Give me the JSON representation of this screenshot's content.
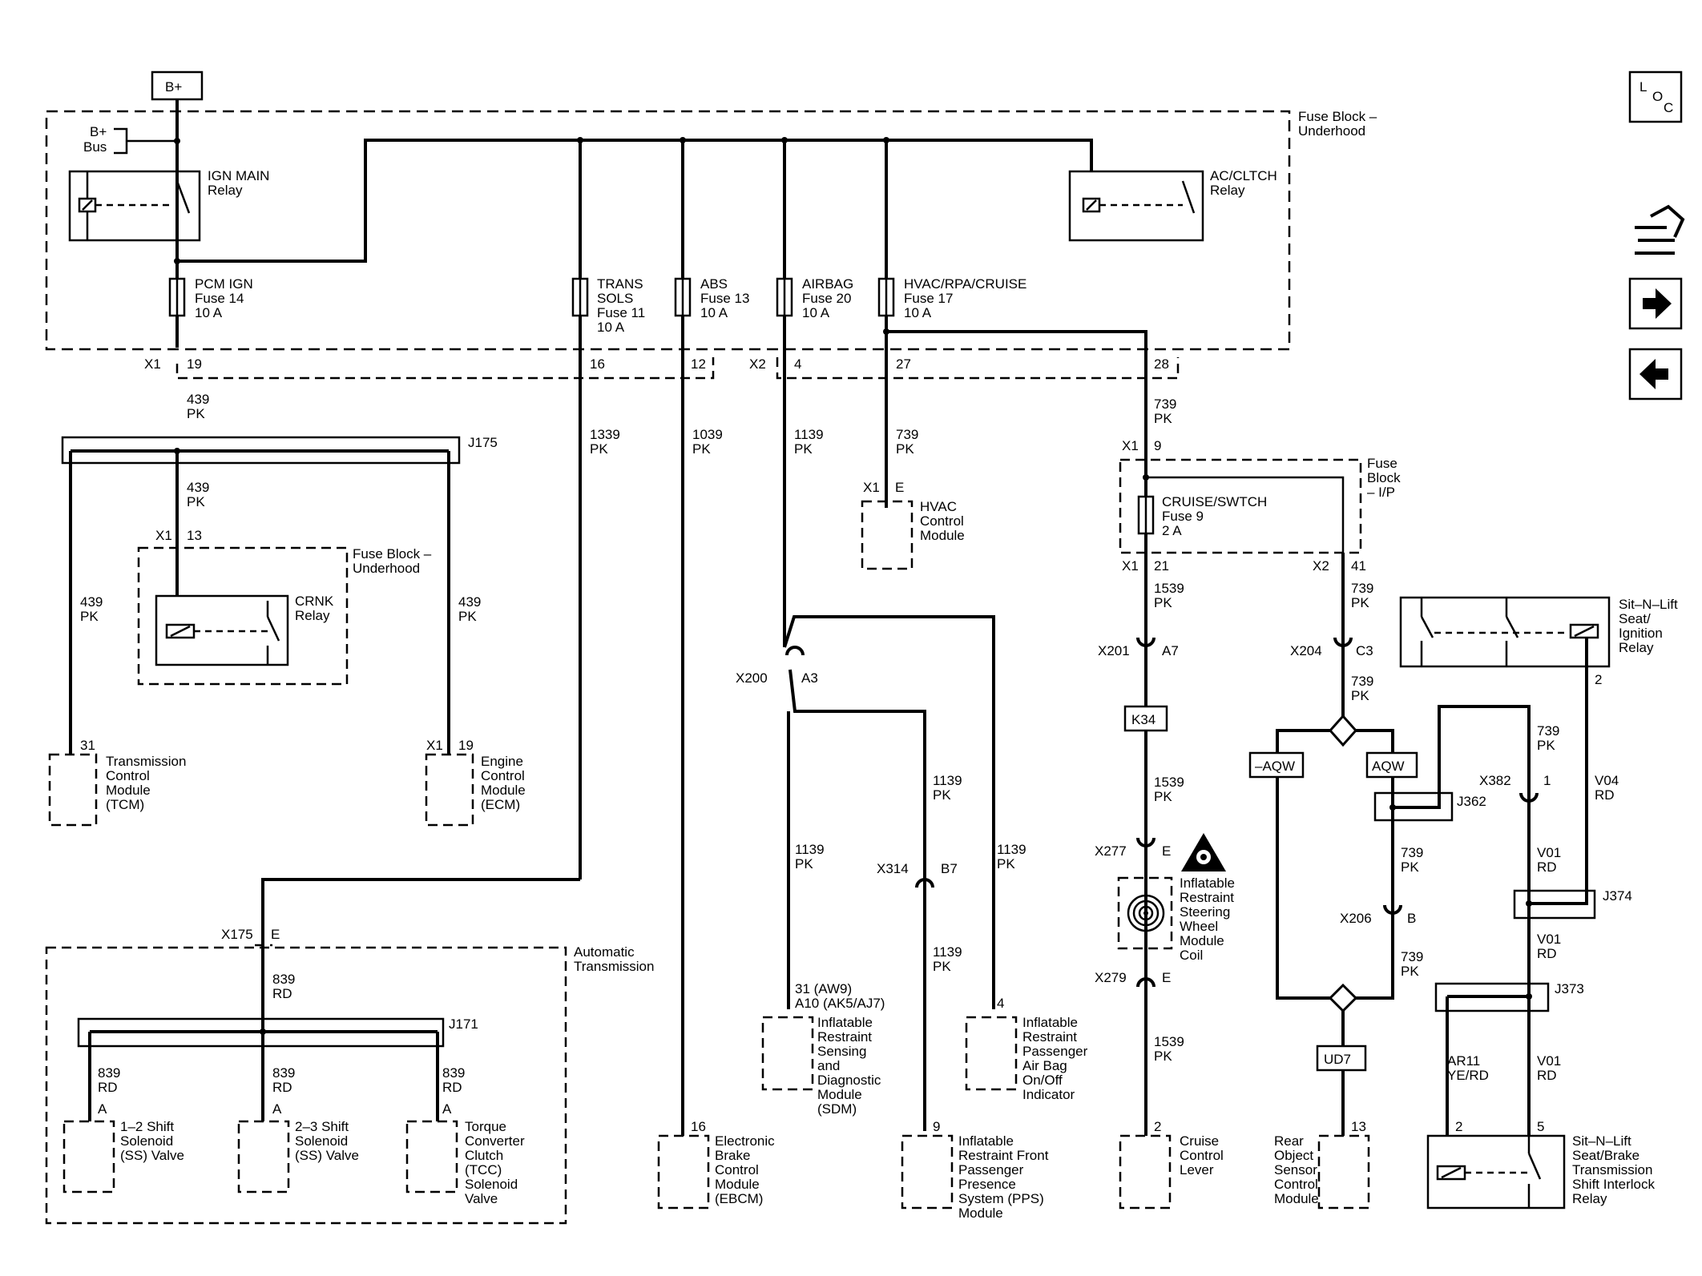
{
  "b_plus": "B+",
  "b_plus_bus": [
    "B+",
    "Bus"
  ],
  "loc_icon": [
    "L",
    "O",
    "C"
  ],
  "fuse_block_underhood": [
    "Fuse Block –",
    "Underhood"
  ],
  "ign_main_relay": [
    "IGN MAIN",
    "Relay"
  ],
  "ac_cltch_relay": [
    "AC/CLTCH",
    "Relay"
  ],
  "fuses_top": [
    {
      "lines": [
        "PCM IGN",
        "Fuse 14",
        "10 A"
      ]
    },
    {
      "lines": [
        "TRANS",
        "SOLS",
        "Fuse 11",
        "10 A"
      ]
    },
    {
      "lines": [
        "ABS",
        "Fuse 13",
        "10 A"
      ]
    },
    {
      "lines": [
        "AIRBAG",
        "Fuse 20",
        "10 A"
      ]
    },
    {
      "lines": [
        "HVAC/RPA/CRUISE",
        "Fuse 17",
        "10 A"
      ]
    }
  ],
  "connectors_top": {
    "x1": "X1",
    "x2": "X2",
    "pins": [
      "19",
      "16",
      "12",
      "4",
      "27",
      "28"
    ]
  },
  "wires": {
    "w439a": [
      "439",
      "PK"
    ],
    "w439b": [
      "439",
      "PK"
    ],
    "w439c": [
      "439",
      "PK"
    ],
    "w439d": [
      "439",
      "PK"
    ],
    "w1339": [
      "1339",
      "PK"
    ],
    "w1039": [
      "1039",
      "PK"
    ],
    "w1139a": [
      "1139",
      "PK"
    ],
    "w739a": [
      "739",
      "PK"
    ],
    "w739b": [
      "739",
      "PK"
    ],
    "w1539a": [
      "1539",
      "PK"
    ],
    "w739c": [
      "739",
      "PK"
    ],
    "w739d": [
      "739",
      "PK"
    ],
    "w1139b": [
      "1139",
      "PK"
    ],
    "w1139c": [
      "1139",
      "PK"
    ],
    "w1139d": [
      "1139",
      "PK"
    ],
    "w1139e": [
      "1139",
      "PK"
    ],
    "w1539b": [
      "1539",
      "PK"
    ],
    "w1539c": [
      "1539",
      "PK"
    ],
    "w739e": [
      "739",
      "PK"
    ],
    "w739f": [
      "739",
      "PK"
    ],
    "w739g": [
      "739",
      "PK"
    ],
    "wv04": [
      "V04",
      "RD"
    ],
    "wv01a": [
      "V01",
      "RD"
    ],
    "wv01b": [
      "V01",
      "RD"
    ],
    "wv01c": [
      "V01",
      "RD"
    ],
    "war11": [
      "AR11",
      "YE/RD"
    ],
    "w839a": [
      "839",
      "RD"
    ],
    "w839b": [
      "839",
      "RD"
    ],
    "w839c": [
      "839",
      "RD"
    ],
    "w839d": [
      "839",
      "RD"
    ]
  },
  "splices": {
    "j175": "J175",
    "j171": "J171",
    "j362": "J362",
    "j374": "J374",
    "j373": "J373"
  },
  "crnk": {
    "x1": "X1",
    "pin": "13",
    "block": [
      "Fuse Block –",
      "Underhood"
    ],
    "relay": [
      "CRNK",
      "Relay"
    ]
  },
  "tcm": {
    "pin": "31",
    "lines": [
      "Transmission",
      "Control",
      "Module",
      "(TCM)"
    ]
  },
  "ecm": {
    "x1": "X1",
    "pin": "19",
    "lines": [
      "Engine",
      "Control",
      "Module",
      "(ECM)"
    ]
  },
  "hvac": {
    "x1": "X1",
    "pin": "E",
    "lines": [
      "HVAC",
      "Control",
      "Module"
    ]
  },
  "fuse_block_ip": {
    "label": [
      "Fuse",
      "Block",
      "– I/P"
    ],
    "fuse": [
      "CRUISE/SWTCH",
      "Fuse 9",
      "2 A"
    ],
    "x1_in": "X1",
    "pin_in": "9",
    "x1_out": "X1",
    "pin_out": "21",
    "x2_out": "X2",
    "pin_out2": "41"
  },
  "inline_connectors": {
    "x200": [
      "X200",
      "A3"
    ],
    "x201": [
      "X201",
      "A7"
    ],
    "x204": [
      "X204",
      "C3"
    ],
    "x314": [
      "X314",
      "B7"
    ],
    "x277": [
      "X277",
      "E"
    ],
    "x279": [
      "X279",
      "E"
    ],
    "x206": [
      "X206",
      "B"
    ],
    "x382": [
      "X382",
      "1"
    ],
    "x175": [
      "X175",
      "E"
    ]
  },
  "options": {
    "k34": "K34",
    "aqw_neg": "–AQW",
    "aqw": "AQW",
    "ud7": "UD7"
  },
  "sit_n_lift_ign": {
    "lines": [
      "Sit–N–Lift",
      "Seat/",
      "Ignition",
      "Relay"
    ],
    "pin": "2"
  },
  "auto_trans": {
    "label": [
      "Automatic",
      "Transmission"
    ],
    "pin_a": [
      "A",
      "A",
      "A"
    ],
    "ss12": [
      "1–2 Shift",
      "Solenoid",
      "(SS) Valve"
    ],
    "ss23": [
      "2–3 Shift",
      "Solenoid",
      "(SS) Valve"
    ],
    "tcc": [
      "Torque",
      "Converter",
      "Clutch",
      "(TCC)",
      "Solenoid",
      "Valve"
    ]
  },
  "ebcm": {
    "pin": "16",
    "lines": [
      "Electronic",
      "Brake",
      "Control",
      "Module",
      "(EBCM)"
    ]
  },
  "sdm": {
    "pins": [
      "31 (AW9)",
      "A10 (AK5/AJ7)"
    ],
    "lines": [
      "Inflatable",
      "Restraint",
      "Sensing",
      "and",
      "Diagnostic",
      "Module",
      "(SDM)"
    ]
  },
  "pps": {
    "pin": "9",
    "lines": [
      "Inflatable",
      "Restraint Front",
      "Passenger",
      "Presence",
      "System (PPS)",
      "Module"
    ]
  },
  "pass_ind": {
    "pin": "4",
    "lines": [
      "Inflatable",
      "Restraint",
      "Passenger",
      "Air Bag",
      "On/Off",
      "Indicator"
    ]
  },
  "coil": {
    "lines": [
      "Inflatable",
      "Restraint",
      "Steering",
      "Wheel",
      "Module",
      "Coil"
    ]
  },
  "cruise_lever": {
    "pin": "2",
    "lines": [
      "Cruise",
      "Control",
      "Lever"
    ]
  },
  "rear_obj": {
    "pin": "13",
    "lines": [
      "Rear",
      "Object",
      "Sensor",
      "Control",
      "Module"
    ]
  },
  "sit_n_lift_brake": {
    "pins": [
      "2",
      "5"
    ],
    "lines": [
      "Sit–N–Lift",
      "Seat/Brake",
      "Transmission",
      "Shift Interlock",
      "Relay"
    ]
  },
  "nav_icons": [
    "circuit-wrench-icon",
    "arrow-right-icon",
    "arrow-left-icon"
  ]
}
